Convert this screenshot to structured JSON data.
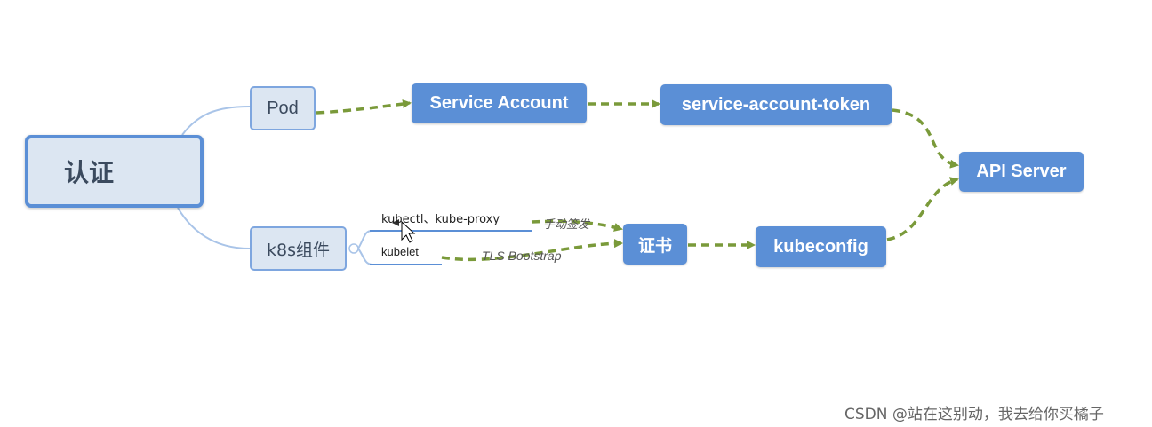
{
  "nodes": {
    "root": "认证",
    "pod": "Pod",
    "k8s_components": "k8s组件",
    "service_account": "Service Account",
    "service_account_token": "service-account-token",
    "api_server": "API Server",
    "certificate": "证书",
    "kubeconfig": "kubeconfig"
  },
  "labels": {
    "kubectl_proxy": "kubectl、kube-proxy",
    "kubelet": "kubelet"
  },
  "edge_labels": {
    "manual": "手动签发",
    "tls": "TLS Bootstrap"
  },
  "watermark": "CSDN @站在这别动，我去给你买橘子",
  "colors": {
    "node_blue": "#5b8fd6",
    "node_light": "#dce6f2",
    "arrow_green": "#7a9a3a",
    "branch_line": "#a9c4e8"
  }
}
